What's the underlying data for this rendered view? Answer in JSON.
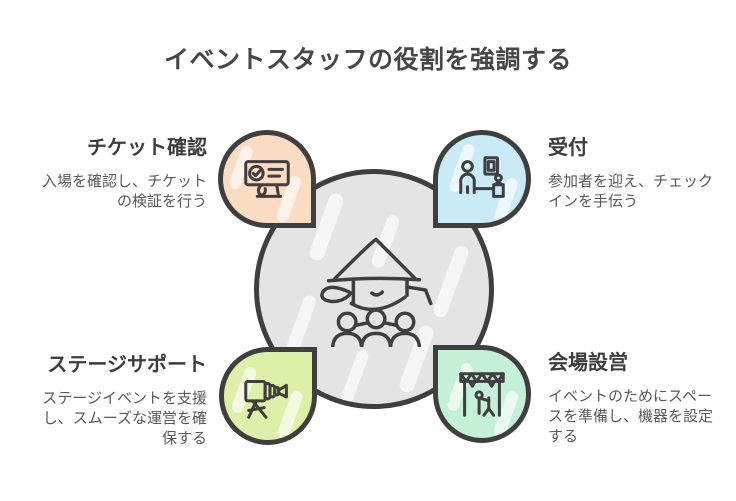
{
  "title": "イベントスタッフの役割を強調する",
  "center": {
    "icon": "event-staff-group-illustration"
  },
  "nodes": [
    {
      "id": "ticket",
      "label": "チケット確認",
      "desc": "入場を確認し、チケットの検証を行う",
      "icon": "ticket-check-icon",
      "color": "#fadcc3",
      "position": "top-left"
    },
    {
      "id": "reception",
      "label": "受付",
      "desc": "参加者を迎え、チェックインを手伝う",
      "icon": "reception-desk-icon",
      "color": "#c9ebf7",
      "position": "top-right"
    },
    {
      "id": "stage",
      "label": "ステージサポート",
      "desc": "ステージイベントを支援し、スムーズな運営を確保する",
      "icon": "video-camera-icon",
      "color": "#def0a7",
      "position": "bottom-left"
    },
    {
      "id": "venue",
      "label": "会場設営",
      "desc": "イベントのためにスペースを準備し、機器を設定する",
      "icon": "stage-setup-icon",
      "color": "#c4f0d8",
      "position": "bottom-right"
    }
  ],
  "colors": {
    "outline": "#3f3f3f",
    "center_fill": "#e4e4e4",
    "title_text": "#474747",
    "body_text": "#595959",
    "background": "#ffffff"
  }
}
